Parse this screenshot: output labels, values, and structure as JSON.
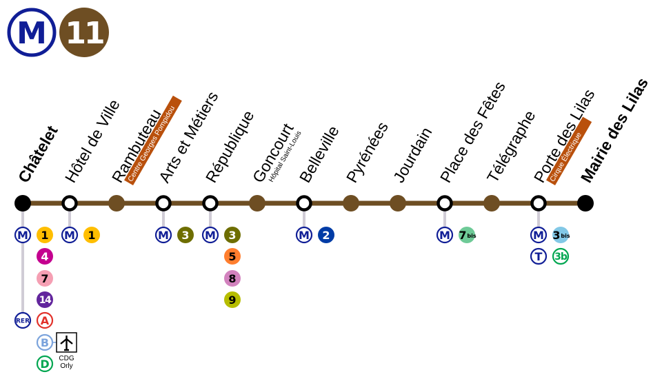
{
  "header": {
    "metro_symbol": "M",
    "line_number": "11",
    "line_color": "#6e4e23",
    "metro_blue": "#101e96"
  },
  "stations": [
    {
      "name": "Châtelet",
      "type": "terminus"
    },
    {
      "name": "Hôtel de Ville",
      "type": "interchange"
    },
    {
      "name": "Rambuteau",
      "type": "regular",
      "subtitle": "Centre Georges Pompidou",
      "subtitle_style": "tag"
    },
    {
      "name": "Arts et Métiers",
      "type": "interchange"
    },
    {
      "name": "République",
      "type": "interchange"
    },
    {
      "name": "Goncourt",
      "type": "regular",
      "subtitle": "Hôpital Saint-Louis",
      "subtitle_style": "plain"
    },
    {
      "name": "Belleville",
      "type": "interchange"
    },
    {
      "name": "Pyrénées",
      "type": "regular"
    },
    {
      "name": "Jourdain",
      "type": "regular"
    },
    {
      "name": "Place des Fêtes",
      "type": "interchange"
    },
    {
      "name": "Télégraphe",
      "type": "regular"
    },
    {
      "name": "Porte des Lilas",
      "type": "interchange",
      "subtitle": "Cirque Électrique",
      "subtitle_style": "tag"
    },
    {
      "name": "Mairie des Lilas",
      "type": "terminus"
    }
  ],
  "connections": {
    "chatelet": {
      "metro": [
        {
          "line": "1",
          "color": "#ffbe00",
          "text": "#000000"
        },
        {
          "line": "4",
          "color": "#c4008f",
          "text": "#ffffff"
        },
        {
          "line": "7",
          "color": "#f59fb3",
          "text": "#000000"
        },
        {
          "line": "14",
          "color": "#62259d",
          "text": "#ffffff"
        }
      ],
      "rer_symbol": "RER",
      "rer": [
        {
          "line": "A",
          "color": "#e2312a"
        },
        {
          "line": "B",
          "color": "#7ba3dc"
        },
        {
          "line": "D",
          "color": "#00a650"
        }
      ],
      "airport": {
        "icon": "airplane-icon",
        "line1": "CDG",
        "line2": "Orly"
      }
    },
    "hotel_de_ville": {
      "metro": [
        {
          "line": "1",
          "color": "#ffbe00",
          "text": "#000000"
        }
      ]
    },
    "arts_et_metiers": {
      "metro": [
        {
          "line": "3",
          "color": "#6e6e00",
          "text": "#ffffff"
        }
      ]
    },
    "republique": {
      "metro": [
        {
          "line": "3",
          "color": "#6e6e00",
          "text": "#ffffff"
        },
        {
          "line": "5",
          "color": "#ff7e2e",
          "text": "#000000"
        },
        {
          "line": "8",
          "color": "#d282be",
          "text": "#000000"
        },
        {
          "line": "9",
          "color": "#b6bd00",
          "text": "#000000"
        }
      ]
    },
    "belleville": {
      "metro": [
        {
          "line": "2",
          "color": "#003ca6",
          "text": "#ffffff"
        }
      ]
    },
    "place_des_fetes": {
      "metro": [
        {
          "line": "7",
          "suffix": "bis",
          "color": "#6eca97",
          "text": "#000000"
        }
      ]
    },
    "porte_des_lilas": {
      "metro": [
        {
          "line": "3",
          "suffix": "bis",
          "color": "#82c8e6",
          "text": "#000000"
        }
      ],
      "tram_symbol": "T",
      "tram": [
        {
          "line": "3b",
          "color": "#00a650"
        }
      ]
    }
  }
}
